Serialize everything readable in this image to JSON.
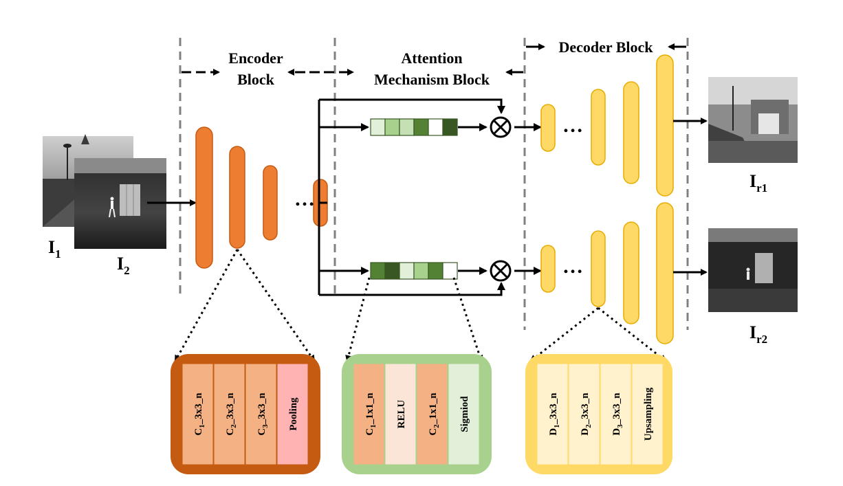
{
  "headers": {
    "encoder": [
      "Encoder",
      "Block"
    ],
    "attention": [
      "Attention",
      "Mechanism Block"
    ],
    "decoder": "Decoder Block"
  },
  "inputs": {
    "i1": {
      "base": "I",
      "sub": "1"
    },
    "i2": {
      "base": "I",
      "sub": "2"
    }
  },
  "outputs": {
    "ir1": {
      "base": "I",
      "sub": "r1"
    },
    "ir2": {
      "base": "I",
      "sub": "r2"
    }
  },
  "ellipsis": "…",
  "multiply_symbol": "⊗",
  "encoder_detail": [
    {
      "base": "C",
      "sub": "1",
      "rest": "_3x3_n"
    },
    {
      "base": "C",
      "sub": "2",
      "rest": "_3x3_n"
    },
    {
      "base": "C",
      "sub": "3",
      "rest": "_3x3_n"
    },
    {
      "base": "Pooling",
      "sub": "",
      "rest": ""
    }
  ],
  "attention_detail": [
    {
      "base": "C",
      "sub": "1",
      "rest": "_1x1_n"
    },
    {
      "base": "RELU",
      "sub": "",
      "rest": ""
    },
    {
      "base": "C",
      "sub": "2",
      "rest": "_1x1_n"
    },
    {
      "base": "Sigmiod",
      "sub": "",
      "rest": ""
    }
  ],
  "decoder_detail": [
    {
      "base": "D",
      "sub": "1",
      "rest": "_3x3_n"
    },
    {
      "base": "D",
      "sub": "2",
      "rest": "_3x3_n"
    },
    {
      "base": "D",
      "sub": "3",
      "rest": "_3x3_n"
    },
    {
      "base": "Upsampling",
      "sub": "",
      "rest": ""
    }
  ],
  "colors": {
    "encoder": "#ed7d31",
    "encoder_stroke": "#c55a11",
    "encoder_frame": "#c55a11",
    "encoder_cell": "#f4b183",
    "encoder_pool": "#ffb3b3",
    "attention_frame": "#a9d18e",
    "attention_cell_conv": "#f4b183",
    "attention_cell_relu": "#fbe5d6",
    "attention_cell_sig": "#e2f0d9",
    "decoder": "#ffd966",
    "decoder_stroke": "#e6ac00",
    "decoder_frame": "#ffd966",
    "decoder_cell": "#fff2cc",
    "attention_vector_top": [
      "#e2f0d9",
      "#a9d18e",
      "#c5e0b4",
      "#548235",
      "#ffffff",
      "#385723"
    ],
    "attention_vector_bottom": [
      "#548235",
      "#385723",
      "#e2f0d9",
      "#a9d18e",
      "#548235",
      "#ffffff"
    ]
  }
}
